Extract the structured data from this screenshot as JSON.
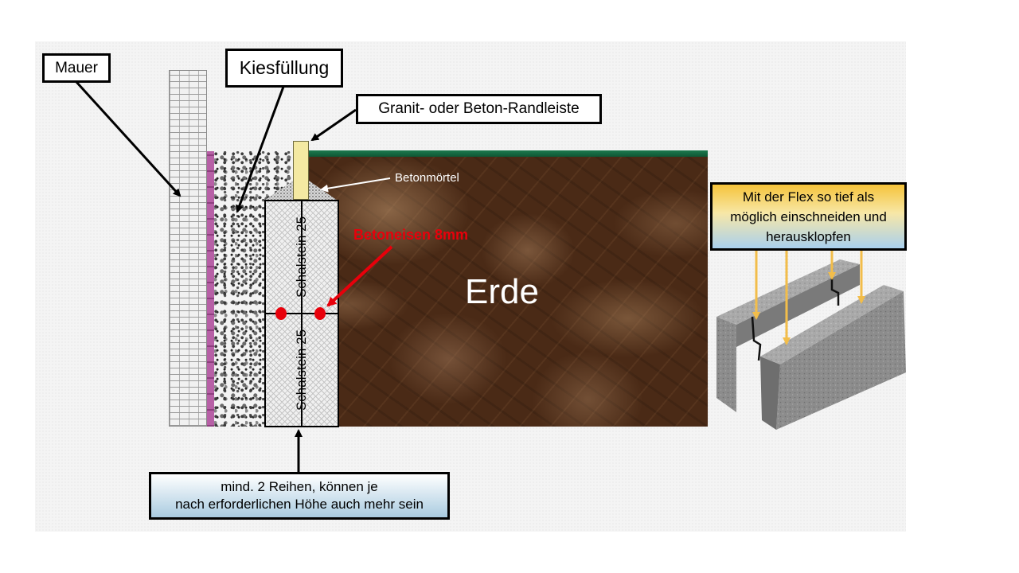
{
  "labels": {
    "mauer": "Mauer",
    "kiesfuellung": "Kiesfüllung",
    "randleiste": "Granit- oder Beton-Randleiste",
    "betonmoertel": "Betonmörtel",
    "betoneisen": "Betoneisen 8mm",
    "erde": "Erde",
    "schalstein_top": "Schalstein 25",
    "schalstein_bottom": "Schalstein 25"
  },
  "callouts": {
    "reihen": [
      "mind. 2 Reihen, können je",
      "nach erforderlichen Höhe auch mehr sein"
    ],
    "flex": [
      "Mit der Flex so tief als",
      "möglich einschneiden und",
      "herausklopfen"
    ]
  },
  "colors": {
    "rebar": "#e8000b",
    "earth": "#4a2a16",
    "membrane": "#b760a6",
    "grass": "#1c7a4e",
    "curb": "#f4e9a2",
    "flex_arrows": "#f2bd4a"
  }
}
